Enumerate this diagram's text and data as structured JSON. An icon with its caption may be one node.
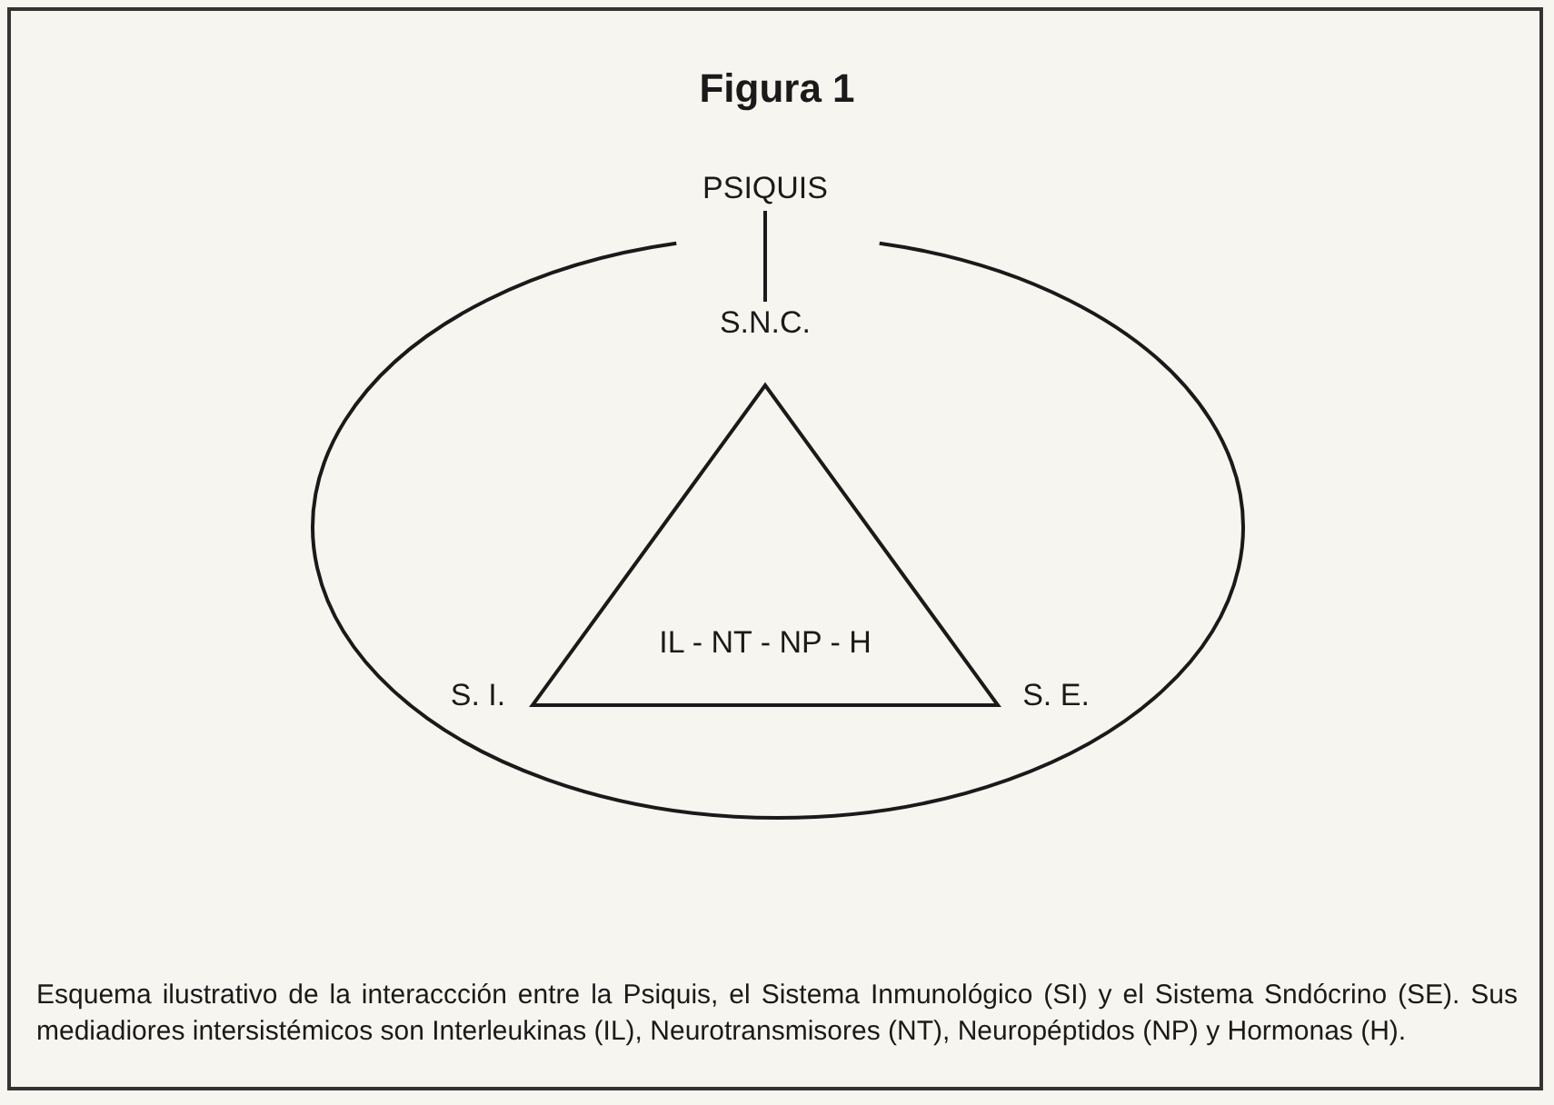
{
  "diagram": {
    "title": "Figura 1",
    "caption": "Esquema ilustrativo de la interaccción entre la Psiquis, el Sistema Inmunológico (SI) y el Sistema Sndócrino (SE). Sus mediadiores intersistémicos son Interleukinas (IL), Neurotransmisores (NT), Neuropéptidos (NP) y Hormonas (H).",
    "nodes": [
      {
        "text": [
          "PSIQUIS"
        ]
      },
      {
        "text": [],
        "shape": "ellipse"
      },
      {
        "text": [
          "S.N.C."
        ],
        "in": 1
      },
      {
        "text": [
          "IL - NT - NP - H"
        ],
        "in": 1
      },
      {
        "text": [
          "S. I."
        ],
        "in": 1
      },
      {
        "text": [
          "S. E."
        ],
        "in": 1
      }
    ],
    "edges": [
      {
        "from": 0,
        "to": 2,
        "arrow": "none"
      }
    ]
  }
}
